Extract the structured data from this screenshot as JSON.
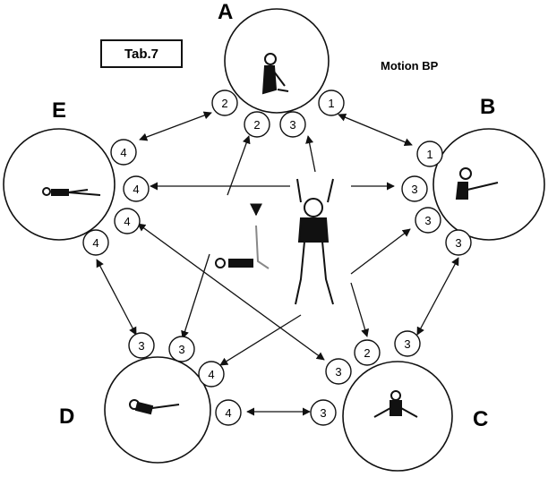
{
  "tab_label": "Tab.7",
  "subtitle": "Motion BP",
  "positions": [
    {
      "id": "A",
      "label": "A"
    },
    {
      "id": "B",
      "label": "B"
    },
    {
      "id": "C",
      "label": "C"
    },
    {
      "id": "D",
      "label": "D"
    },
    {
      "id": "E",
      "label": "E"
    }
  ],
  "badges": [
    {
      "id": "a2",
      "text": "2"
    },
    {
      "id": "a2b",
      "text": "2"
    },
    {
      "id": "a3",
      "text": "3"
    },
    {
      "id": "a1",
      "text": "1"
    },
    {
      "id": "b1",
      "text": "1"
    },
    {
      "id": "b3",
      "text": "3"
    },
    {
      "id": "b3b",
      "text": "3"
    },
    {
      "id": "b3c",
      "text": "3"
    },
    {
      "id": "e4",
      "text": "4"
    },
    {
      "id": "e4b",
      "text": "4"
    },
    {
      "id": "e4c",
      "text": "4"
    },
    {
      "id": "e4d",
      "text": "4"
    },
    {
      "id": "d3",
      "text": "3"
    },
    {
      "id": "d3b",
      "text": "3"
    },
    {
      "id": "d4",
      "text": "4"
    },
    {
      "id": "d4b",
      "text": "4"
    },
    {
      "id": "c3",
      "text": "3"
    },
    {
      "id": "c2",
      "text": "2"
    },
    {
      "id": "c3b",
      "text": "3"
    },
    {
      "id": "c3c",
      "text": "3"
    }
  ],
  "colors": {
    "ink": "#111111",
    "paper": "#ffffff"
  }
}
